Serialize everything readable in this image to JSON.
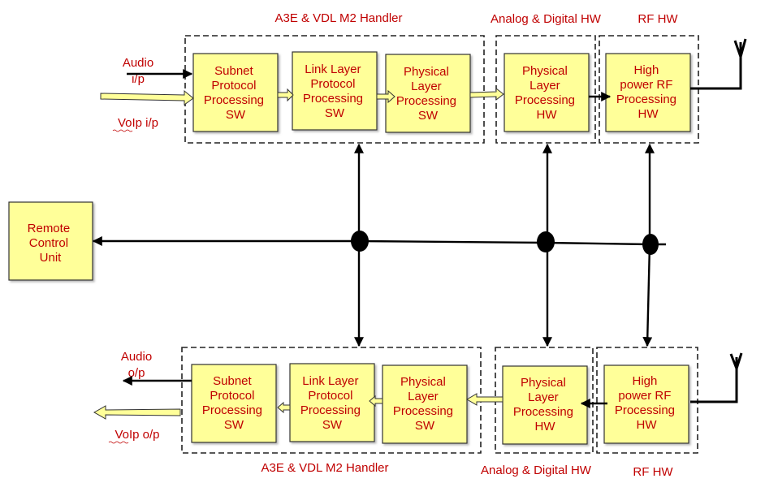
{
  "groups": {
    "tx_handler": "A3E & VDL M2 Handler",
    "tx_analog": "Analog & Digital  HW",
    "tx_rf": "RF HW",
    "rx_handler": "A3E & VDL M2 Handler",
    "rx_analog": "Analog & Digital  HW",
    "rx_rf": "RF HW"
  },
  "io": {
    "audio_in_1": "Audio",
    "audio_in_2": "i/p",
    "voip_in": "VoIp i/p",
    "audio_out_1": "Audio",
    "audio_out_2": "o/p",
    "voip_out": "VoIp o/p"
  },
  "tx": {
    "subnet": [
      "Subnet",
      "Protocol",
      "Processing",
      "SW"
    ],
    "link": [
      "Link Layer",
      "Protocol",
      "Processing",
      "SW"
    ],
    "phys_sw": [
      "Physical",
      "Layer",
      "Processing",
      "SW"
    ],
    "phys_hw": [
      "Physical",
      "Layer",
      "Processing",
      "HW"
    ],
    "rf": [
      "High",
      "power RF",
      "Processing",
      "HW"
    ]
  },
  "rx": {
    "subnet": [
      "Subnet",
      "Protocol",
      "Processing",
      "SW"
    ],
    "link": [
      "Link Layer",
      "Protocol",
      "Processing",
      "SW"
    ],
    "phys_sw": [
      "Physical",
      "Layer",
      "Processing",
      "SW"
    ],
    "phys_hw": [
      "Physical",
      "Layer",
      "Processing",
      "HW"
    ],
    "rf": [
      "High",
      "power RF",
      "Processing",
      "HW"
    ]
  },
  "remote": [
    "Remote",
    "Control",
    "Unit"
  ],
  "colors": {
    "text": "#c00000",
    "block_fill": "#ffff99",
    "line": "#000000"
  }
}
